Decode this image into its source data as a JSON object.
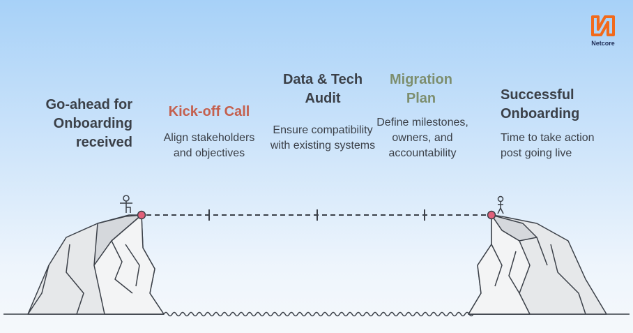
{
  "brand": {
    "name": "Netcore",
    "color": "#f26a1b"
  },
  "stages": [
    {
      "title": "Go-ahead for Onboarding received",
      "description": "",
      "color": "#3b4048"
    },
    {
      "title": "Kick-off Call",
      "description": "Align stakeholders and objectives",
      "color": "#c4604e"
    },
    {
      "title": "Data & Tech Audit",
      "description": "Ensure compatibility with existing systems",
      "color": "#3b4048"
    },
    {
      "title": "Migration Plan",
      "description": "Define milestones, owners, and accountability",
      "color": "#7d8e6e"
    },
    {
      "title": "Successful Onboarding",
      "description": "Time to take action post going live",
      "color": "#3b4048"
    }
  ]
}
